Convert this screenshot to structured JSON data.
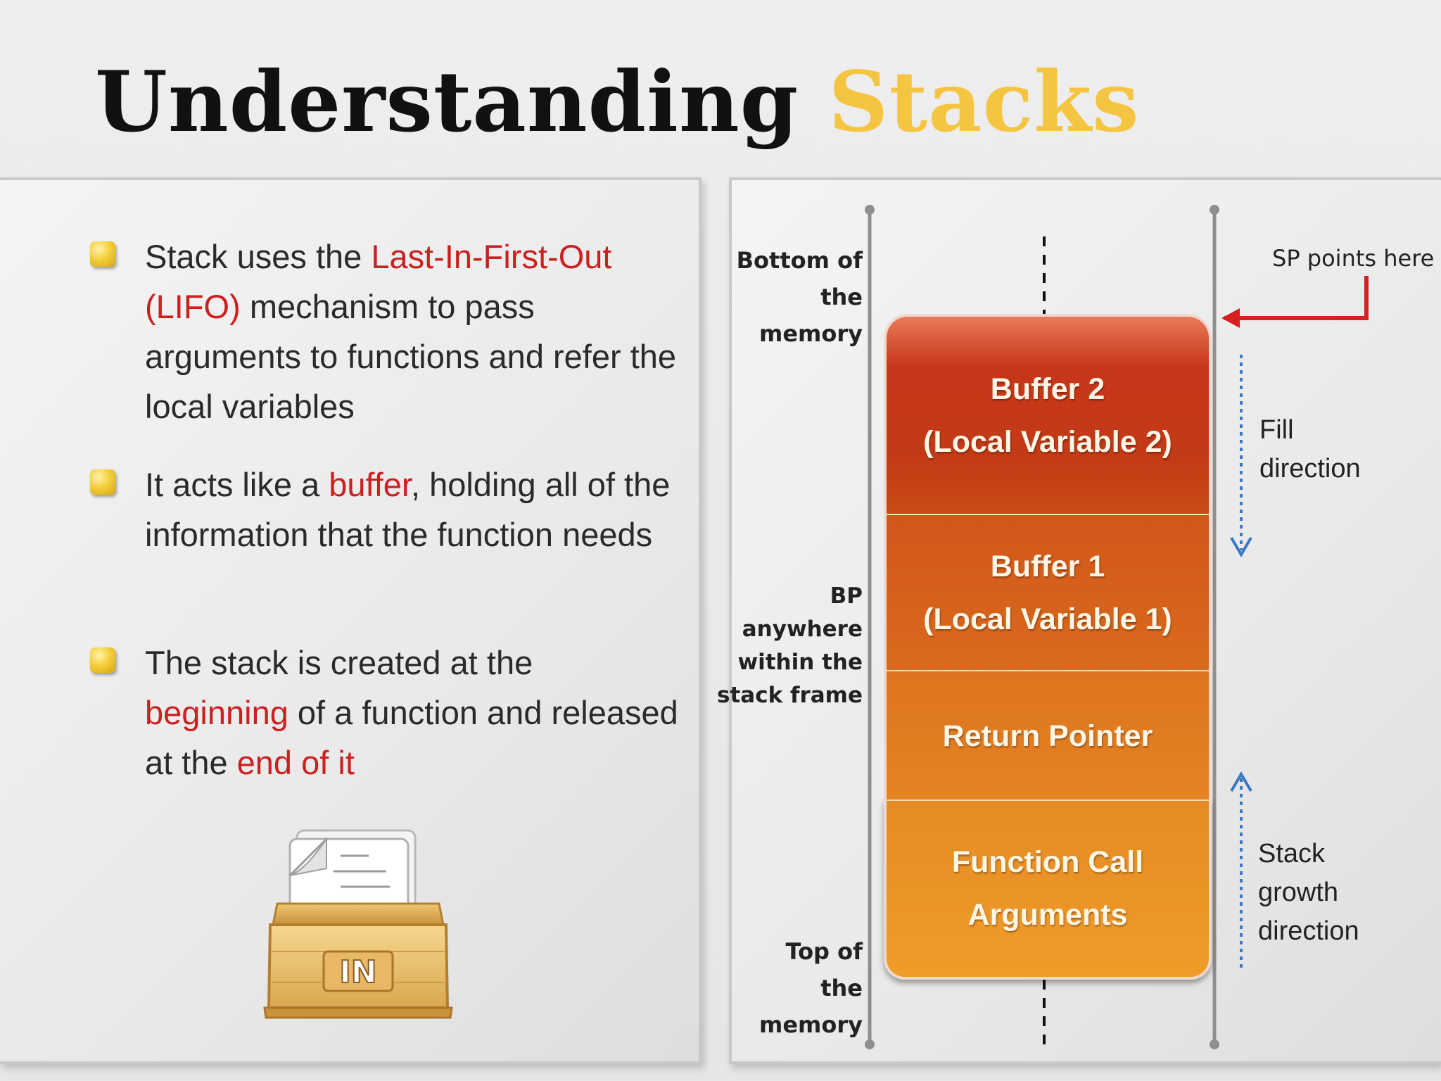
{
  "title": {
    "part1": "Understanding",
    "part2": "Stacks"
  },
  "colors": {
    "title_dark": "#111111",
    "title_accent": "#f5c542",
    "highlight_red": "#cc1f1f",
    "buffer2": "#c33a16",
    "buffer1": "#d96b1c",
    "return_pointer": "#e48422",
    "function_args": "#ef9c28",
    "sp_arrow": "#d61f1f",
    "direction_arrows": "#3a78c4"
  },
  "bullets": [
    {
      "segments": [
        {
          "text": "Stack uses the ",
          "hl": false
        },
        {
          "text": "Last-In-First-Out (LIFO)",
          "hl": true
        },
        {
          "text": " mechanism to pass arguments to functions and refer the local variables",
          "hl": false
        }
      ]
    },
    {
      "segments": [
        {
          "text": "It acts like a ",
          "hl": false
        },
        {
          "text": "buffer",
          "hl": true
        },
        {
          "text": ", holding all of the information that the function needs",
          "hl": false
        }
      ]
    },
    {
      "segments": [
        {
          "text": "The stack is created at the ",
          "hl": false
        },
        {
          "text": "beginning",
          "hl": true
        },
        {
          "text": " of a function and released at the ",
          "hl": false
        },
        {
          "text": "end of it",
          "hl": true
        }
      ]
    }
  ],
  "inbox_icon": {
    "name": "in-tray-icon",
    "label": "IN"
  },
  "diagram": {
    "labels": {
      "bottom": [
        "Bottom of",
        "the",
        "memory"
      ],
      "bp": [
        "BP",
        "anywhere",
        "within the",
        "stack frame"
      ],
      "top": [
        "Top of",
        "the",
        "memory"
      ],
      "sp": "SP points here",
      "fill": [
        "Fill",
        "direction"
      ],
      "growth": [
        "Stack",
        "growth",
        "direction"
      ]
    },
    "blocks": [
      {
        "lines": [
          "Buffer 2",
          "(Local Variable 2)"
        ]
      },
      {
        "lines": [
          "Buffer 1",
          "(Local Variable 1)"
        ]
      },
      {
        "lines": [
          "Return Pointer"
        ]
      },
      {
        "lines": [
          "Function Call",
          "Arguments"
        ]
      }
    ]
  }
}
